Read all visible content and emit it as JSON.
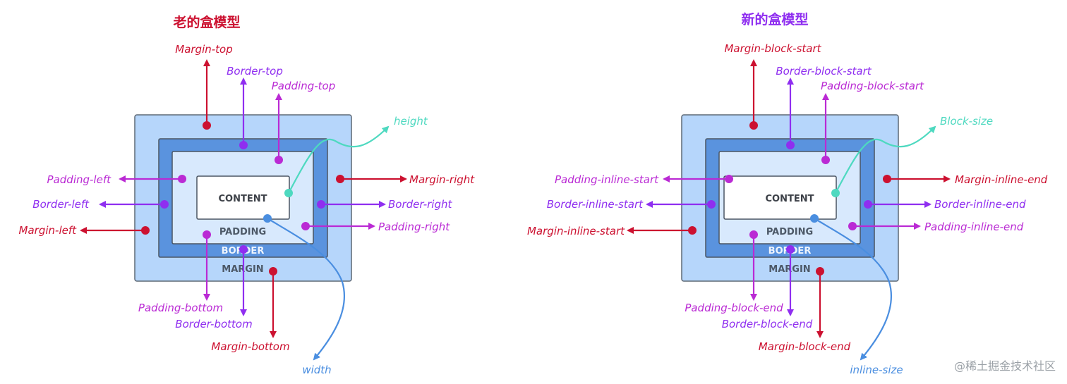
{
  "colors": {
    "margin": "#cc1130",
    "border": "#8f2ef0",
    "padding": "#ba2ad4",
    "height": "#4ed9c0",
    "width": "#4a8ee0",
    "margin_fill": "#b6d6fb",
    "border_fill": "#5a93de",
    "padding_fill": "#d8e9fd",
    "content_fill": "#ffffff"
  },
  "box_labels": {
    "content": "CONTENT",
    "padding": "PADDING",
    "border": "BORDER",
    "margin": "MARGIN"
  },
  "old": {
    "title": "老的盒模型",
    "margin_top": "Margin-top",
    "border_top": "Border-top",
    "padding_top": "Padding-top",
    "height": "height",
    "padding_left": "Padding-left",
    "border_left": "Border-left",
    "margin_left": "Margin-left",
    "margin_right": "Margin-right",
    "border_right": "Border-right",
    "padding_right": "Padding-right",
    "padding_bottom": "Padding-bottom",
    "border_bottom": "Border-bottom",
    "margin_bottom": "Margin-bottom",
    "width": "width"
  },
  "new": {
    "title": "新的盒模型",
    "margin_top": "Margin-block-start",
    "border_top": "Border-block-start",
    "padding_top": "Padding-block-start",
    "height": "Block-size",
    "padding_left": "Padding-inline-start",
    "border_left": "Border-inline-start",
    "margin_left": "Margin-inline-start",
    "margin_right": "Margin-inline-end",
    "border_right": "Border-inline-end",
    "padding_right": "Padding-inline-end",
    "padding_bottom": "Padding-block-end",
    "border_bottom": "Border-block-end",
    "margin_bottom": "Margin-block-end",
    "width": "inline-size"
  },
  "watermark": "@稀土掘金技术社区"
}
